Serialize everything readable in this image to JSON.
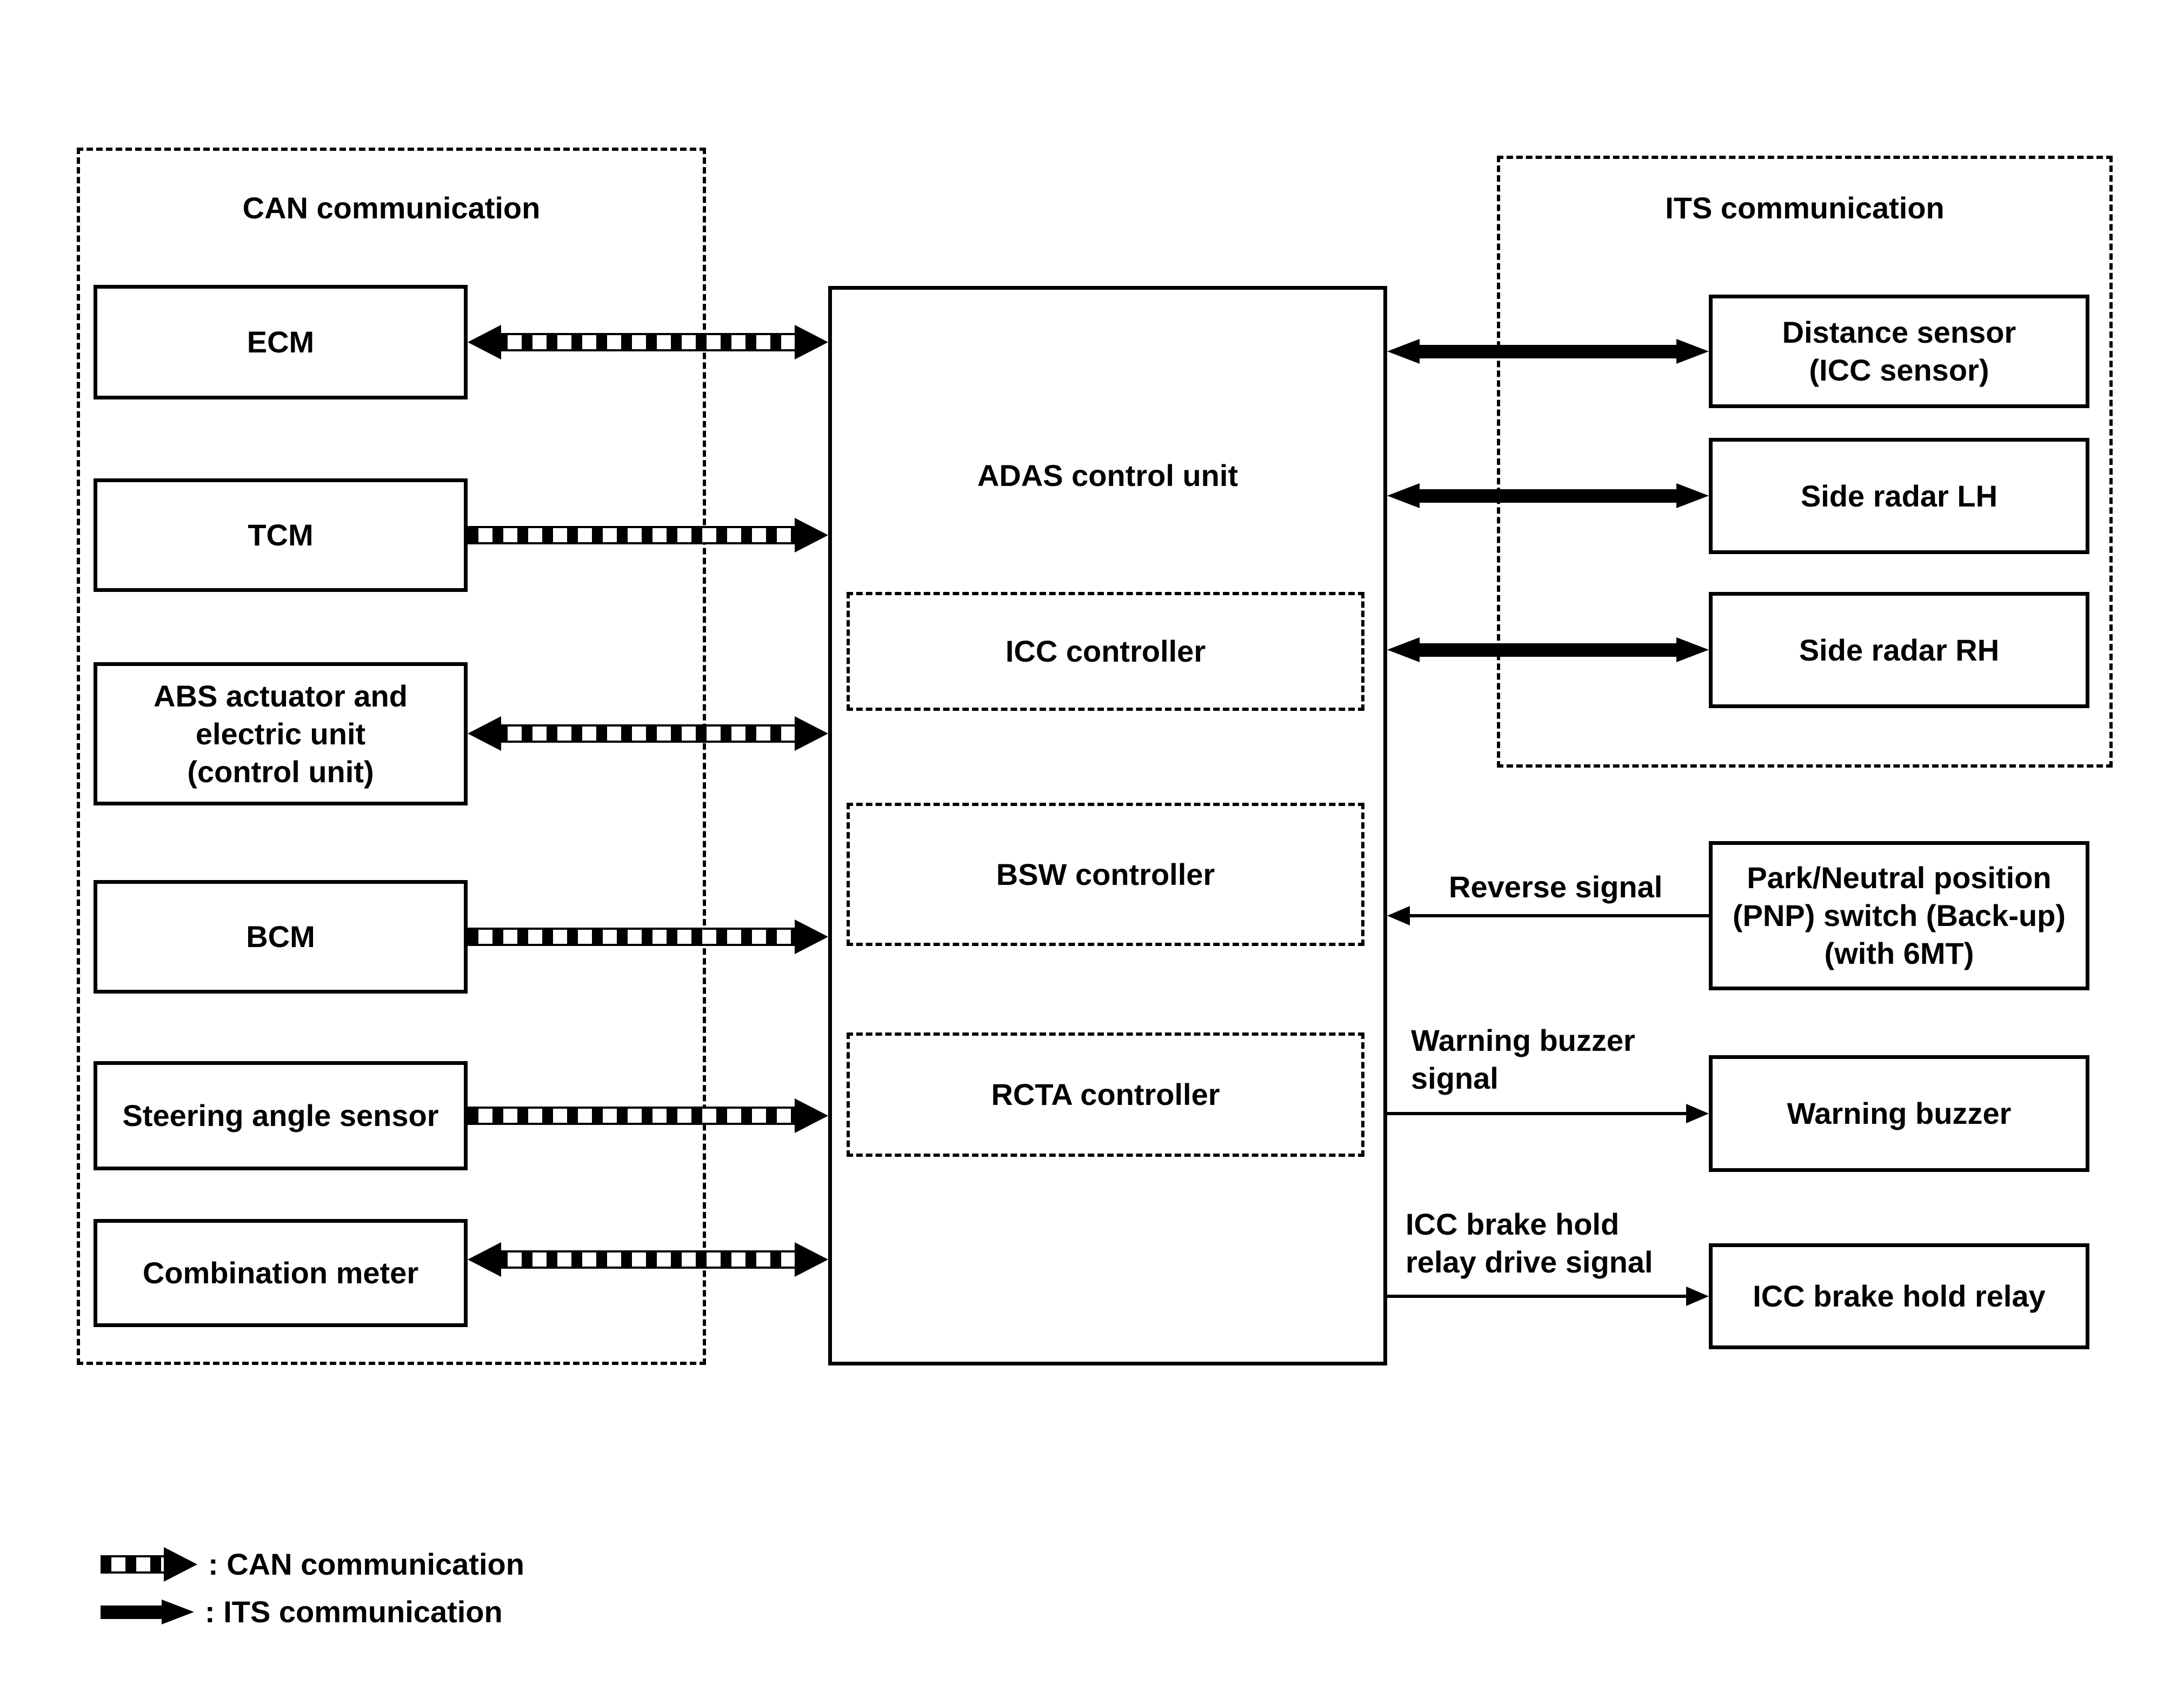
{
  "colors": {
    "ink": "#000000",
    "paper": "#ffffff"
  },
  "regions": {
    "can": {
      "label": "CAN communication"
    },
    "its": {
      "label": "ITS communication"
    }
  },
  "nodes": {
    "adas": {
      "label": "ADAS control unit"
    },
    "icc_controller": {
      "label": "ICC controller"
    },
    "bsw_controller": {
      "label": "BSW controller"
    },
    "rcta_controller": {
      "label": "RCTA controller"
    },
    "ecm": {
      "label": "ECM"
    },
    "tcm": {
      "label": "TCM"
    },
    "abs": {
      "lines": [
        "ABS actuator and",
        "electric unit",
        "(control unit)"
      ]
    },
    "bcm": {
      "label": "BCM"
    },
    "steering_angle_sensor": {
      "label": "Steering angle sensor"
    },
    "combination_meter": {
      "label": "Combination meter"
    },
    "distance_sensor": {
      "lines": [
        "Distance sensor",
        "(ICC sensor)"
      ]
    },
    "side_radar_lh": {
      "label": "Side radar LH"
    },
    "side_radar_rh": {
      "label": "Side radar RH"
    },
    "pnp_switch": {
      "lines": [
        "Park/Neutral position",
        "(PNP) switch (Back-up)",
        "(with 6MT)"
      ]
    },
    "warning_buzzer": {
      "label": "Warning buzzer"
    },
    "icc_brake_hold_relay": {
      "label": "ICC brake hold relay"
    }
  },
  "signals": {
    "reverse": {
      "line1": "Reverse signal"
    },
    "warning_buzzer": {
      "line1": "Warning buzzer",
      "line2": "signal"
    },
    "icc_brake_hold": {
      "line1": "ICC brake hold",
      "line2": "relay drive signal"
    }
  },
  "legend": {
    "can": {
      "label": ": CAN communication"
    },
    "its": {
      "label": ": ITS communication"
    }
  }
}
